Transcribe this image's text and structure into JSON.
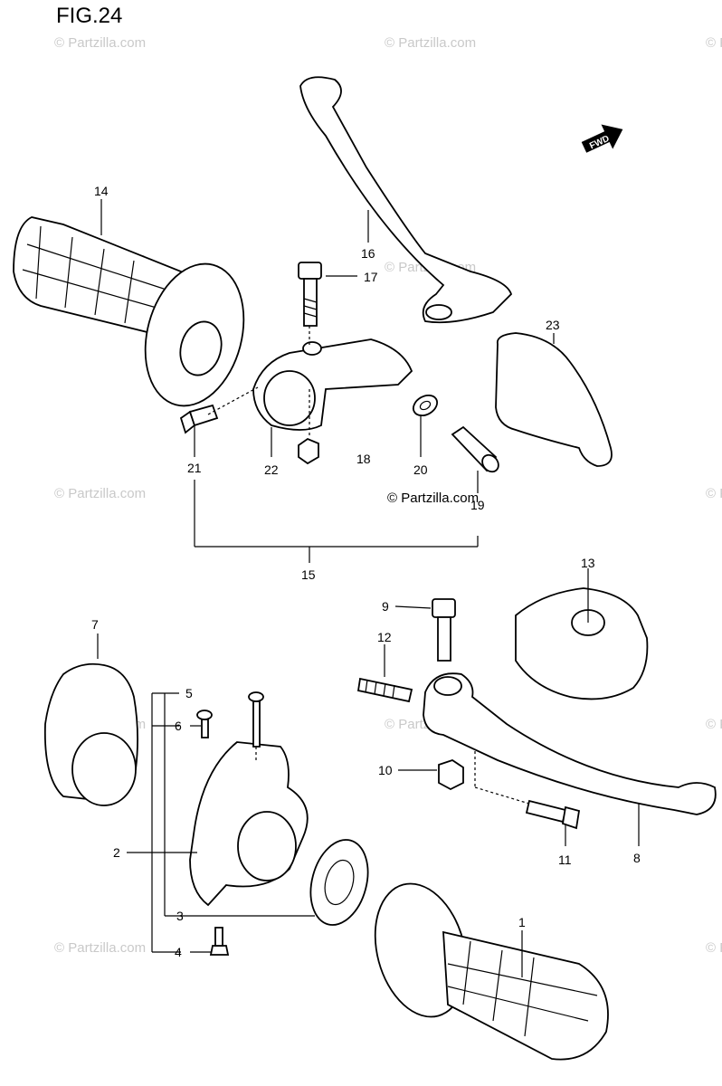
{
  "figure": {
    "title": "FIG.24"
  },
  "watermark": {
    "text": "© Partzilla.com"
  },
  "direction_marker": {
    "icon": "forward-arrow-icon",
    "label": "FWD"
  },
  "callouts": {
    "c1": "1",
    "c2": "2",
    "c3": "3",
    "c4": "4",
    "c5": "5",
    "c6": "6",
    "c7": "7",
    "c8": "8",
    "c9": "9",
    "c10": "10",
    "c11": "11",
    "c12": "12",
    "c13": "13",
    "c14": "14",
    "c15": "15",
    "c16": "16",
    "c17": "17",
    "c18": "18",
    "c19": "19",
    "c20": "20",
    "c21": "21",
    "c22": "22",
    "c23": "23"
  },
  "parts": [
    {
      "ref": "1",
      "icon": "handlebar-grip-icon"
    },
    {
      "ref": "2",
      "icon": "throttle-housing-icon"
    },
    {
      "ref": "3",
      "icon": "throttle-drum-icon"
    },
    {
      "ref": "4",
      "icon": "screw-icon"
    },
    {
      "ref": "5",
      "icon": "screw-icon"
    },
    {
      "ref": "6",
      "icon": "screw-icon"
    },
    {
      "ref": "7",
      "icon": "housing-cover-icon"
    },
    {
      "ref": "8",
      "icon": "brake-lever-icon"
    },
    {
      "ref": "9",
      "icon": "bolt-icon"
    },
    {
      "ref": "10",
      "icon": "nut-icon"
    },
    {
      "ref": "11",
      "icon": "screw-icon"
    },
    {
      "ref": "12",
      "icon": "spring-icon"
    },
    {
      "ref": "13",
      "icon": "lever-cover-icon"
    },
    {
      "ref": "14",
      "icon": "handlebar-grip-icon"
    },
    {
      "ref": "15",
      "icon": "lever-assembly-icon"
    },
    {
      "ref": "16",
      "icon": "clutch-lever-icon"
    },
    {
      "ref": "17",
      "icon": "bolt-icon"
    },
    {
      "ref": "18",
      "icon": "nut-icon"
    },
    {
      "ref": "19",
      "icon": "adjuster-icon"
    },
    {
      "ref": "20",
      "icon": "nut-icon"
    },
    {
      "ref": "21",
      "icon": "bolt-icon"
    },
    {
      "ref": "22",
      "icon": "lever-holder-icon"
    },
    {
      "ref": "23",
      "icon": "lever-cover-icon"
    }
  ]
}
